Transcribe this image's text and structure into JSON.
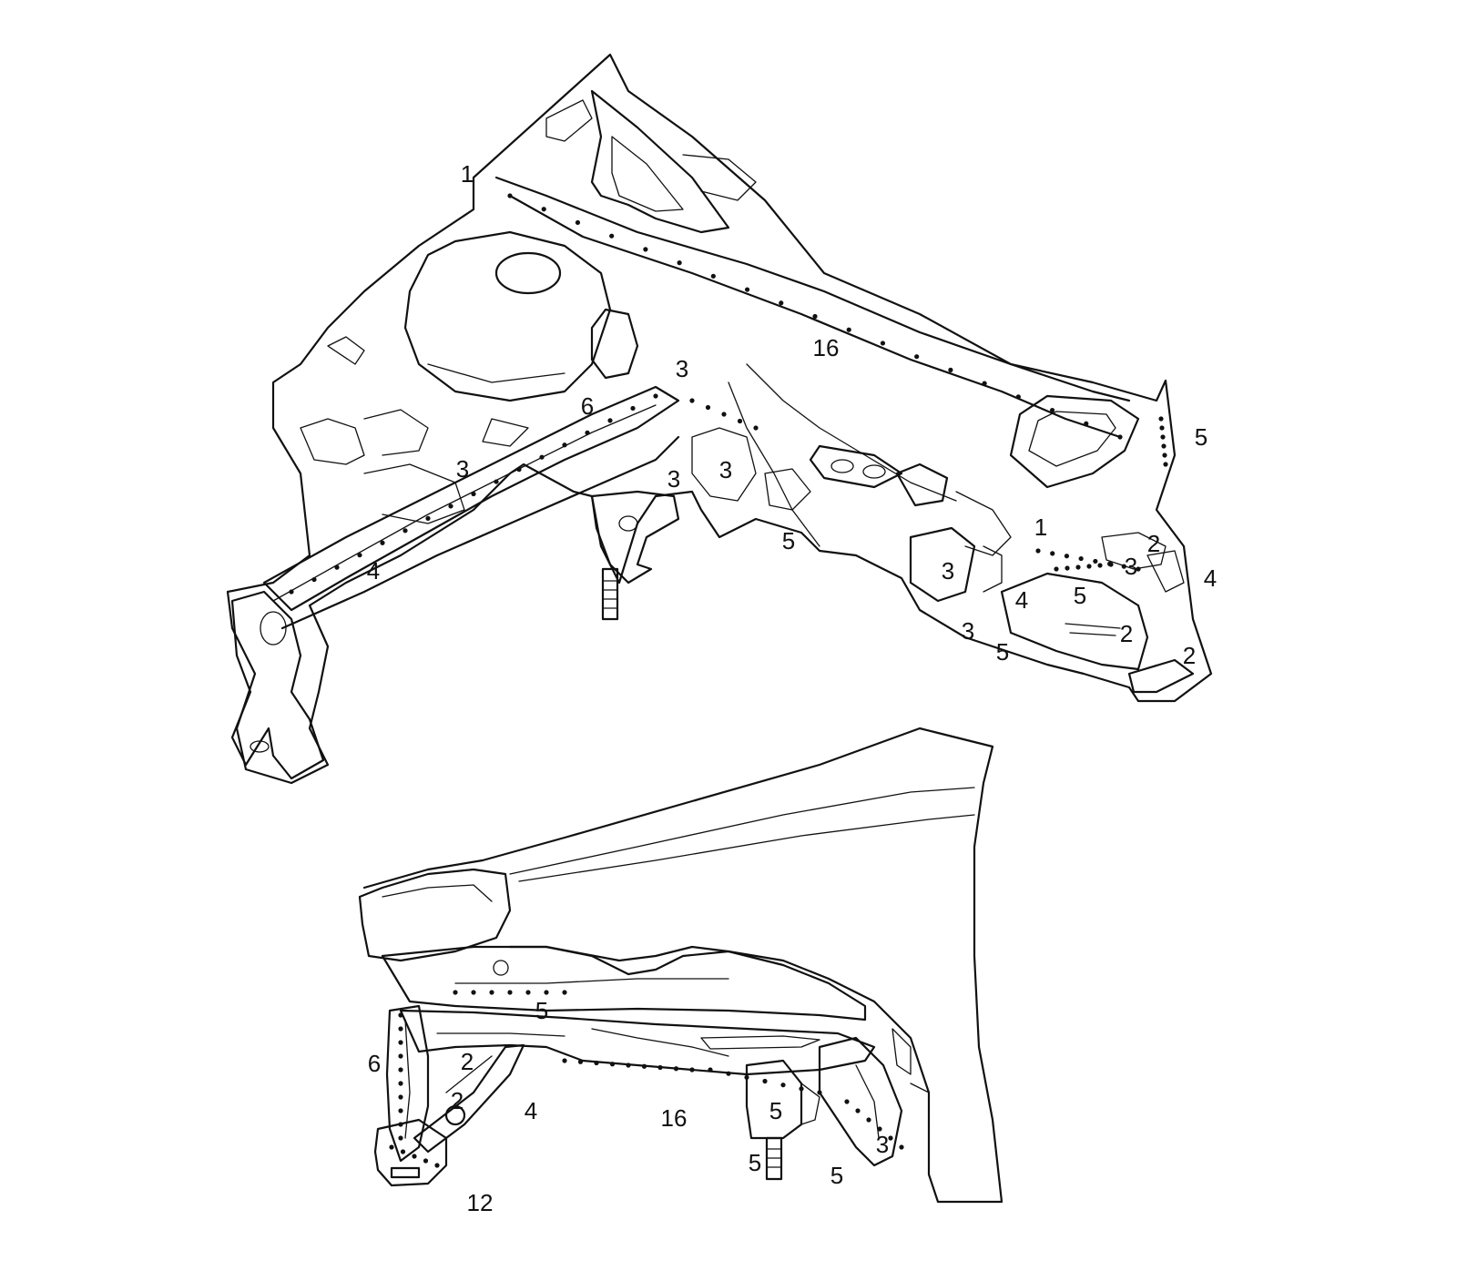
{
  "diagram": {
    "upper_assembly": {
      "callouts": [
        "1",
        "16",
        "3",
        "6",
        "3",
        "3",
        "3",
        "5",
        "4",
        "1",
        "2",
        "3",
        "4",
        "5",
        "3",
        "4",
        "5",
        "2",
        "2",
        "3",
        "5"
      ]
    },
    "fender_assembly": {
      "callouts": [
        "5",
        "6",
        "2",
        "2",
        "4",
        "16",
        "5",
        "5",
        "5",
        "3",
        "12"
      ]
    },
    "colors": {
      "ink": "#111111",
      "background": "#ffffff"
    }
  }
}
